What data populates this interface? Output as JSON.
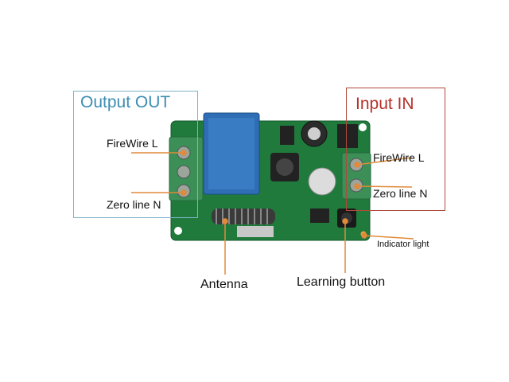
{
  "output_box": {
    "title": "Output OUT",
    "firewire_label": "FireWire L",
    "zero_line_label": "Zero line N"
  },
  "input_box": {
    "title": "Input IN",
    "firewire_label": "FireWire L",
    "zero_line_label": "Zero line N"
  },
  "callouts": {
    "antenna": "Antenna",
    "learning_button": "Learning button",
    "indicator_light": "Indicator light"
  },
  "colors": {
    "output_accent": "#3d8db5",
    "input_accent": "#b6312a",
    "pcb_green": "#1f7a3c",
    "leader_line": "#e08a3a"
  }
}
